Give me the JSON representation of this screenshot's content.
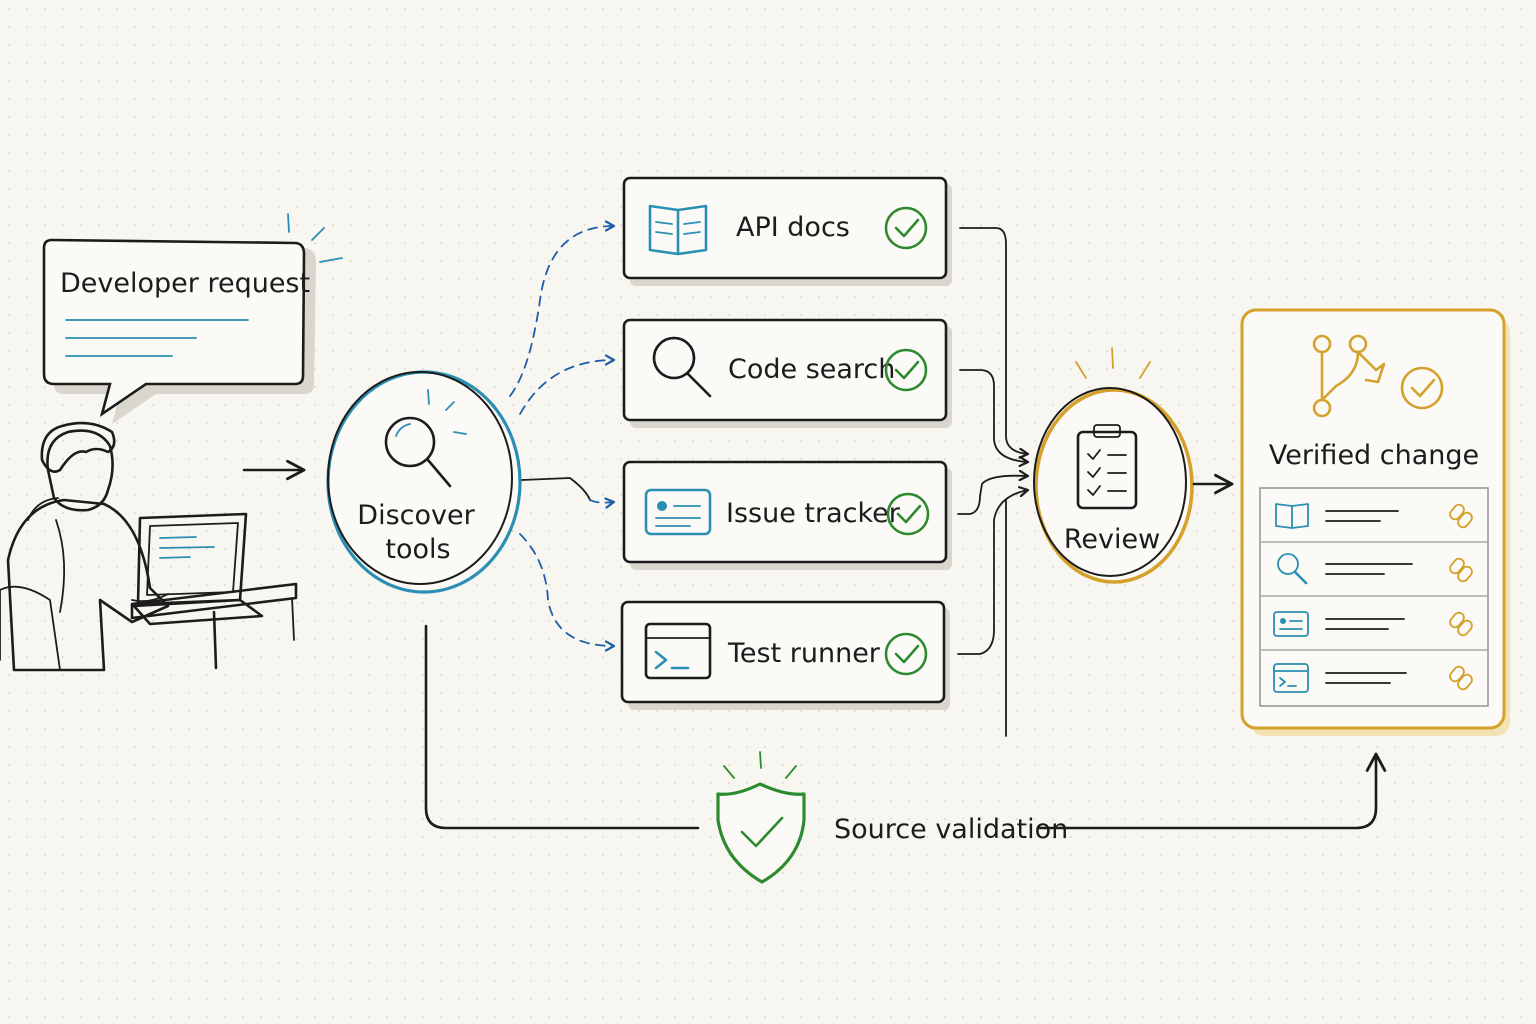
{
  "request": {
    "label": "Developer request"
  },
  "discover": {
    "line1": "Discover",
    "line2": "tools"
  },
  "tools": [
    {
      "label": "API docs",
      "icon": "book-icon"
    },
    {
      "label": "Code search",
      "icon": "magnifier-icon"
    },
    {
      "label": "Issue tracker",
      "icon": "ticket-icon"
    },
    {
      "label": "Test runner",
      "icon": "terminal-icon"
    }
  ],
  "review": {
    "label": "Review"
  },
  "result": {
    "title": "Verified change",
    "sources": [
      {
        "icon": "book-icon"
      },
      {
        "icon": "magnifier-icon"
      },
      {
        "icon": "ticket-icon"
      },
      {
        "icon": "terminal-icon"
      }
    ]
  },
  "validation": {
    "label": "Source validation"
  },
  "colors": {
    "ink": "#1c1c1c",
    "blue": "#2a8fb3",
    "navy": "#1d5fa8",
    "gold": "#d4a22c",
    "green": "#2e8a2e",
    "background": "#f8f6f0"
  }
}
